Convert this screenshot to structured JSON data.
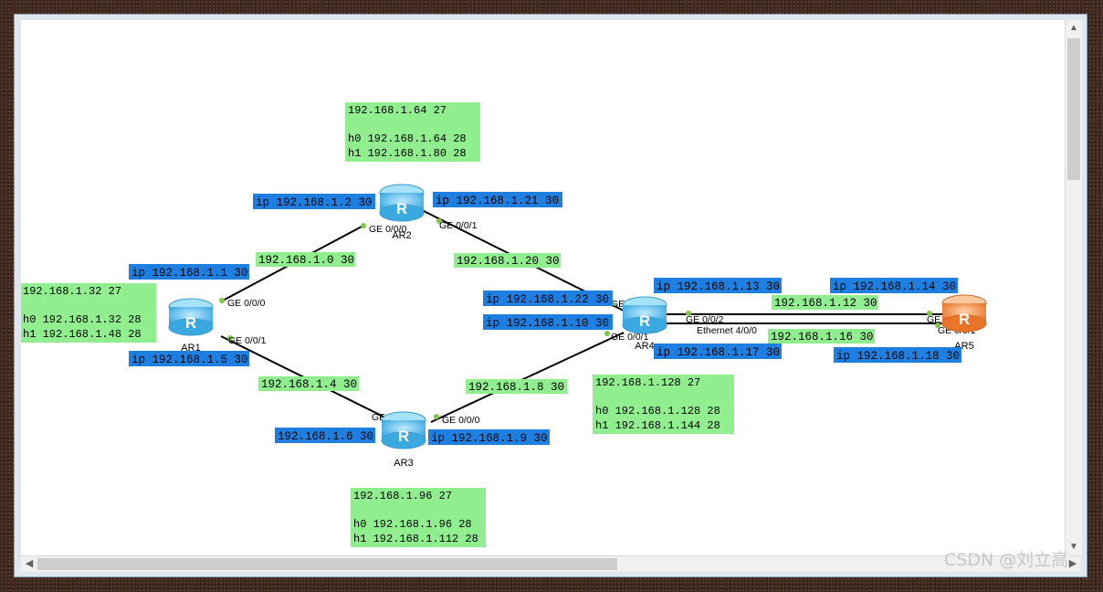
{
  "colors": {
    "green_note": "#90ee8f",
    "blue_label": "#1e7fe0",
    "router_blue": "#5cc4f0",
    "router_orange": "#f08c3c",
    "link": "#000000",
    "port_dot": "#7ec845"
  },
  "routers": [
    {
      "id": "AR1",
      "label": "AR1",
      "color": "blue"
    },
    {
      "id": "AR2",
      "label": "AR2",
      "color": "blue"
    },
    {
      "id": "AR3",
      "label": "AR3",
      "color": "blue"
    },
    {
      "id": "AR4",
      "label": "AR4",
      "color": "blue"
    },
    {
      "id": "AR5",
      "label": "AR5",
      "color": "orange"
    }
  ],
  "ports": [
    "GE 0/0/0",
    "GE 0/0/1",
    "GE 0/0/0",
    "GE 0/0/1",
    "GE 0/0/1",
    "GE 0/0/0",
    "GE 0/0/0",
    "GE 0/0/1",
    "GE 0/0/2",
    "Ethernet 4/0/0",
    "GE 0/0/0",
    "GE 0/0/1"
  ],
  "notes": [
    [
      "192.168.1.64 27",
      "",
      "h0 192.168.1.64 28",
      "h1 192.168.1.80 28"
    ],
    [
      "192.168.1.32 27",
      "",
      "h0 192.168.1.32 28",
      "h1 192.168.1.48 28"
    ],
    [
      "192.168.1.128 27",
      "",
      "h0 192.168.1.128 28",
      "h1 192.168.1.144 28"
    ],
    [
      "192.168.1.96 27",
      "",
      "h0 192.168.1.96 28",
      "h1 192.168.1.112 28"
    ]
  ],
  "green_labels": [
    "192.168.1.0 30",
    "192.168.1.20 30",
    "192.168.1.4 30",
    "192.168.1.8 30",
    "192.168.1.12 30",
    "192.168.1.16 30"
  ],
  "blue_labels": [
    "ip 192.168.1.2 30",
    "ip 192.168.1.21 30",
    "ip 192.168.1.1 30",
    "ip 192.168.1.5 30",
    "ip 192.168.1.22 30",
    "ip 192.168.1.10 30",
    "ip 192.168.1.13 30",
    "ip 192.168.1.14 30",
    "ip 192.168.1.17 30",
    "ip 192.168.1.18 30",
    "192.168.1.6 30",
    "ip 192.168.1.9 30"
  ],
  "watermark": "CSDN @刘立高"
}
